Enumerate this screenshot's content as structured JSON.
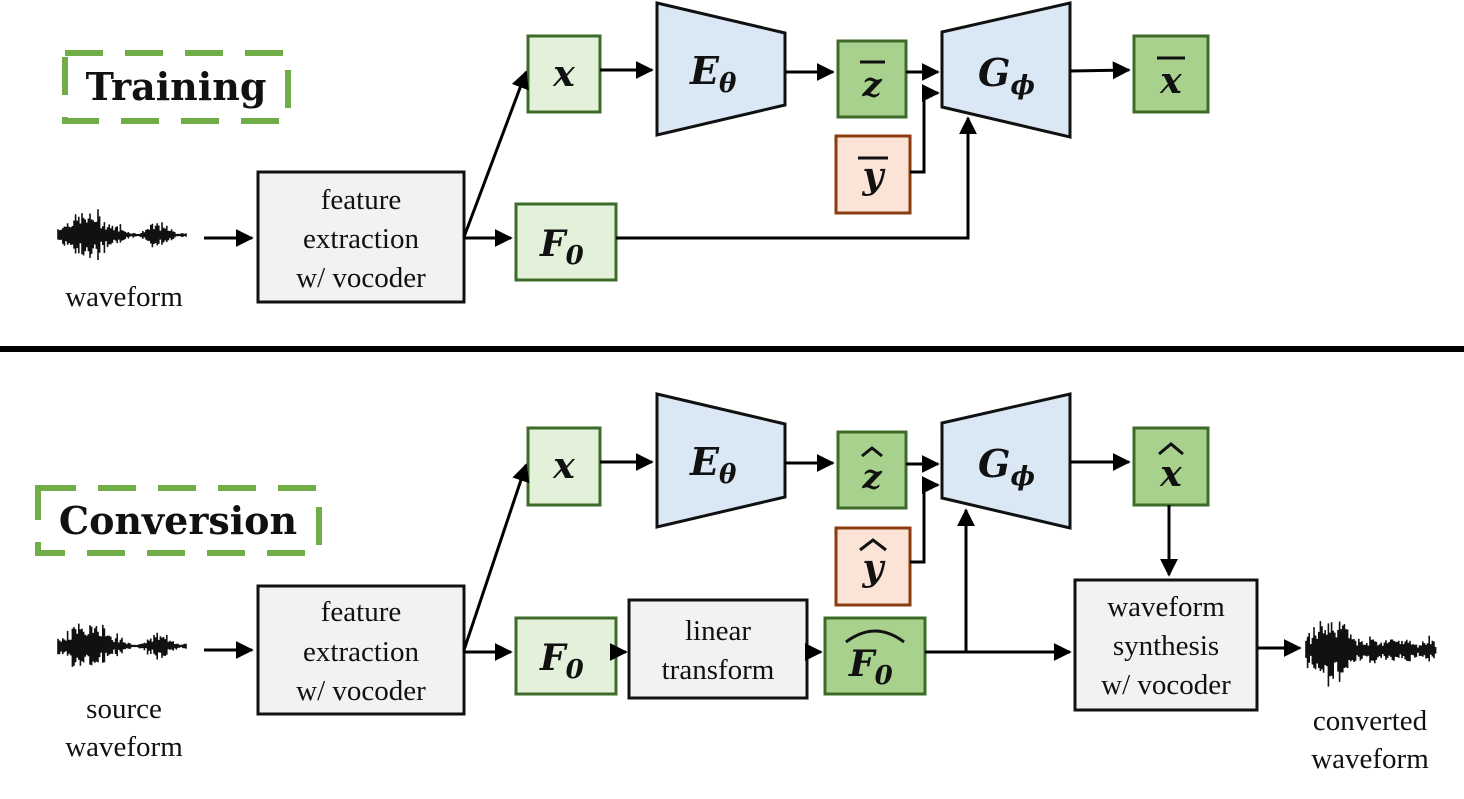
{
  "colors": {
    "green_light": "#e3f1da",
    "green_mid": "#a9d18e",
    "green_border": "#3d6b2a",
    "blue": "#dae8f6",
    "orange_fill": "#fbe4d5",
    "orange_border": "#8a3b0f",
    "gray": "#f2f2f2",
    "dash": "#70ad47"
  },
  "training": {
    "title": "Training",
    "waveform_label": "waveform",
    "feature_box": [
      "feature",
      "extraction",
      "w/ vocoder"
    ],
    "x": "x",
    "encoder": "E",
    "encoder_sub": "θ",
    "z_bar": "z",
    "generator": "G",
    "generator_sub": "ϕ",
    "x_bar": "x",
    "y_bar": "y",
    "f0": "F",
    "f0_sub": "0"
  },
  "conversion": {
    "title": "Conversion",
    "source_label": [
      "source",
      "waveform"
    ],
    "feature_box": [
      "feature",
      "extraction",
      "w/ vocoder"
    ],
    "x": "x",
    "encoder": "E",
    "encoder_sub": "θ",
    "z_hat": "z",
    "generator": "G",
    "generator_sub": "ϕ",
    "x_hat": "x",
    "y_hat": "y",
    "f0": "F",
    "f0_sub": "0",
    "linear_box": [
      "linear",
      "transform"
    ],
    "f0_hat": "F",
    "f0_hat_sub": "0",
    "synth_box": [
      "waveform",
      "synthesis",
      "w/ vocoder"
    ],
    "converted_label": [
      "converted",
      "waveform"
    ]
  }
}
